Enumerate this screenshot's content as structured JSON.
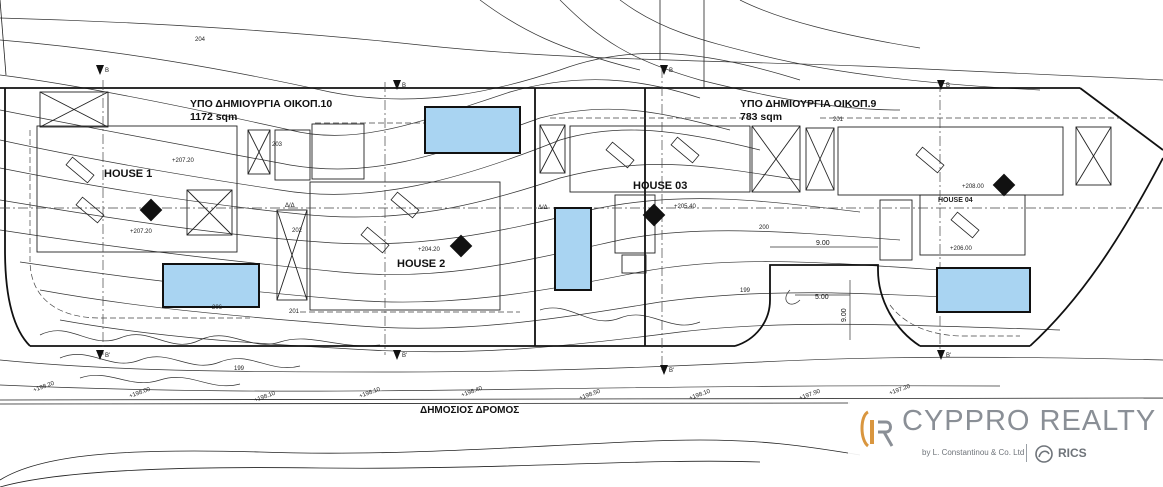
{
  "plots": [
    {
      "name": "ΥΠΟ ΔΗΜΙΟΥΡΓΙΑ ΟΙΚΟΠ.10",
      "area": "1172 sqm"
    },
    {
      "name": "ΥΠΟ ΔΗΜΙΟΥΡΓΙΑ ΟΙΚΟΠ.9",
      "area": "783 sqm"
    }
  ],
  "houses": [
    "HOUSE 1",
    "HOUSE 2",
    "HOUSE 03",
    "HOUSE 04"
  ],
  "road_label": "ΔΗΜΟΣΙΟΣ ΔΡΟΜΟΣ",
  "contours": [
    "204",
    "203",
    "202",
    "201",
    "200",
    "199"
  ],
  "extra_contour_labels": [
    "206",
    "201",
    "199"
  ],
  "spot_levels": [
    "+207.20",
    "+207.20",
    "+204.20",
    "+205.40",
    "+208.00",
    "+206.00"
  ],
  "dimensions": [
    "9.00",
    "5.00",
    "9.00"
  ],
  "section_marks": [
    "B",
    "B'"
  ],
  "level_marks": [
    "Δ/Δ",
    "Δ/Δ"
  ],
  "road_levels": [
    "+198.20",
    "+198.00",
    "+198.10",
    "+198.10",
    "+198.40",
    "+198.50",
    "+198.10",
    "+197.90",
    "+197.20"
  ],
  "brand": {
    "name": "CYPPRO REALTY",
    "sub": "by L. Constantinou & Co. Ltd",
    "rics": "RICS",
    "accent": "#d9963f",
    "gray": "#8a8f96"
  },
  "colors": {
    "pool": "#a9d4f2",
    "line": "#111111",
    "contour": "#333333"
  }
}
